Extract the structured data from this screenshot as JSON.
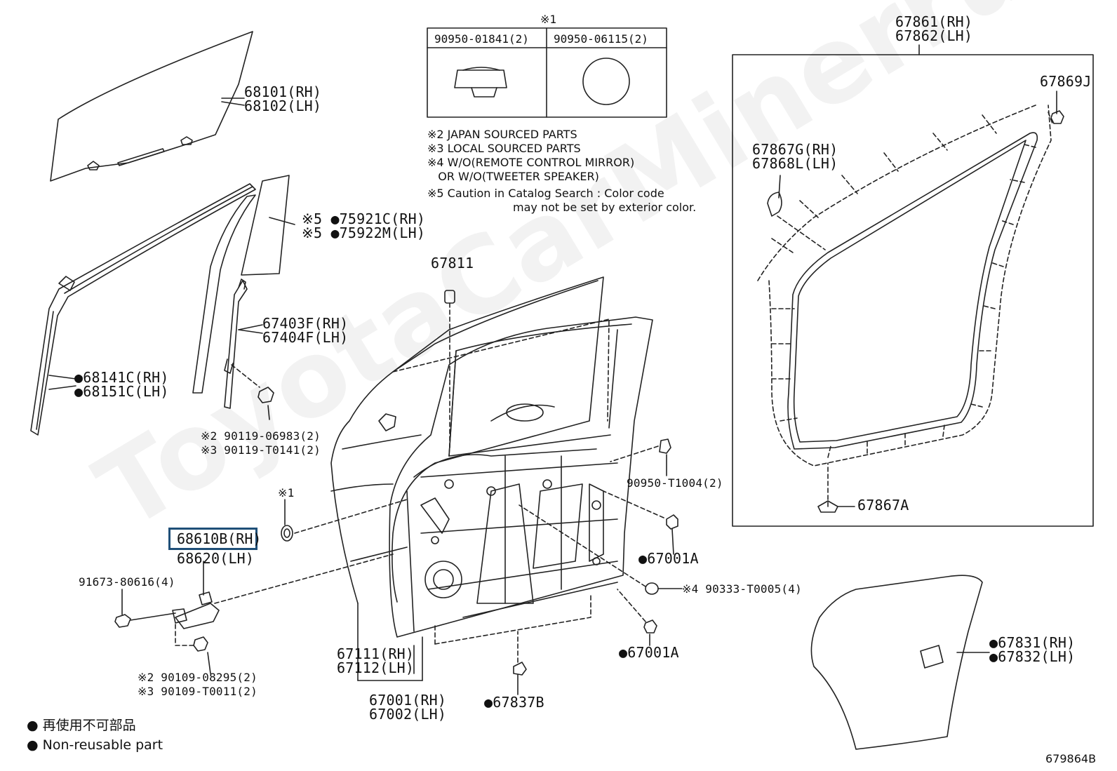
{
  "watermark": "ToyotaCarMinerru",
  "table": {
    "marker": "※1",
    "col1": "90950-01841(2)",
    "col2": "90950-06115(2)"
  },
  "notes": [
    "※2 JAPAN SOURCED PARTS",
    "※3 LOCAL SOURCED PARTS",
    "※4 W/O(REMOTE CONTROL MIRROR)",
    "   OR W/O(TWEETER SPEAKER)",
    "※5 Caution in Catalog Search : Color code",
    "may not be set by exterior color."
  ],
  "labels": {
    "l68101": "68101(RH)",
    "l68102": "68102(LH)",
    "l75921": "※5 ●75921C(RH)",
    "l75922": "※5 ●75922M(LH)",
    "l67403": "67403F(RH)",
    "l67404": "67404F(LH)",
    "l68141": "●68141C(RH)",
    "l68151": "●68151C(LH)",
    "l90119a": "※2 90119-06983(2)",
    "l90119b": "※3 90119-T0141(2)",
    "l67811": "67811",
    "l90950t": "90950-T1004(2)",
    "l67001a1": "●67001A",
    "l90333": "※4 90333-T0005(4)",
    "l67001a2": "●67001A",
    "lstar1": "※1",
    "l68610": "68610B(RH)",
    "l68620": "68620(LH)",
    "l91673": "91673-80616(4)",
    "l90109a": "※2 90109-08295(2)",
    "l90109b": "※3 90109-T0011(2)",
    "l67111": "67111(RH)",
    "l67112": "67112(LH)",
    "l67001": "67001(RH)",
    "l67002": "67002(LH)",
    "l67837": "●67837B",
    "l67861": "67861(RH)",
    "l67862": "67862(LH)",
    "l67869": "67869J",
    "l67867g": "67867G(RH)",
    "l67868": "67868L(LH)",
    "l67867a": "67867A",
    "l67831": "●67831(RH)",
    "l67832": "●67832(LH)"
  },
  "legend": {
    "jp": "● 再使用不可部品",
    "en": "● Non-reusable part"
  },
  "figure_id": "679864B"
}
